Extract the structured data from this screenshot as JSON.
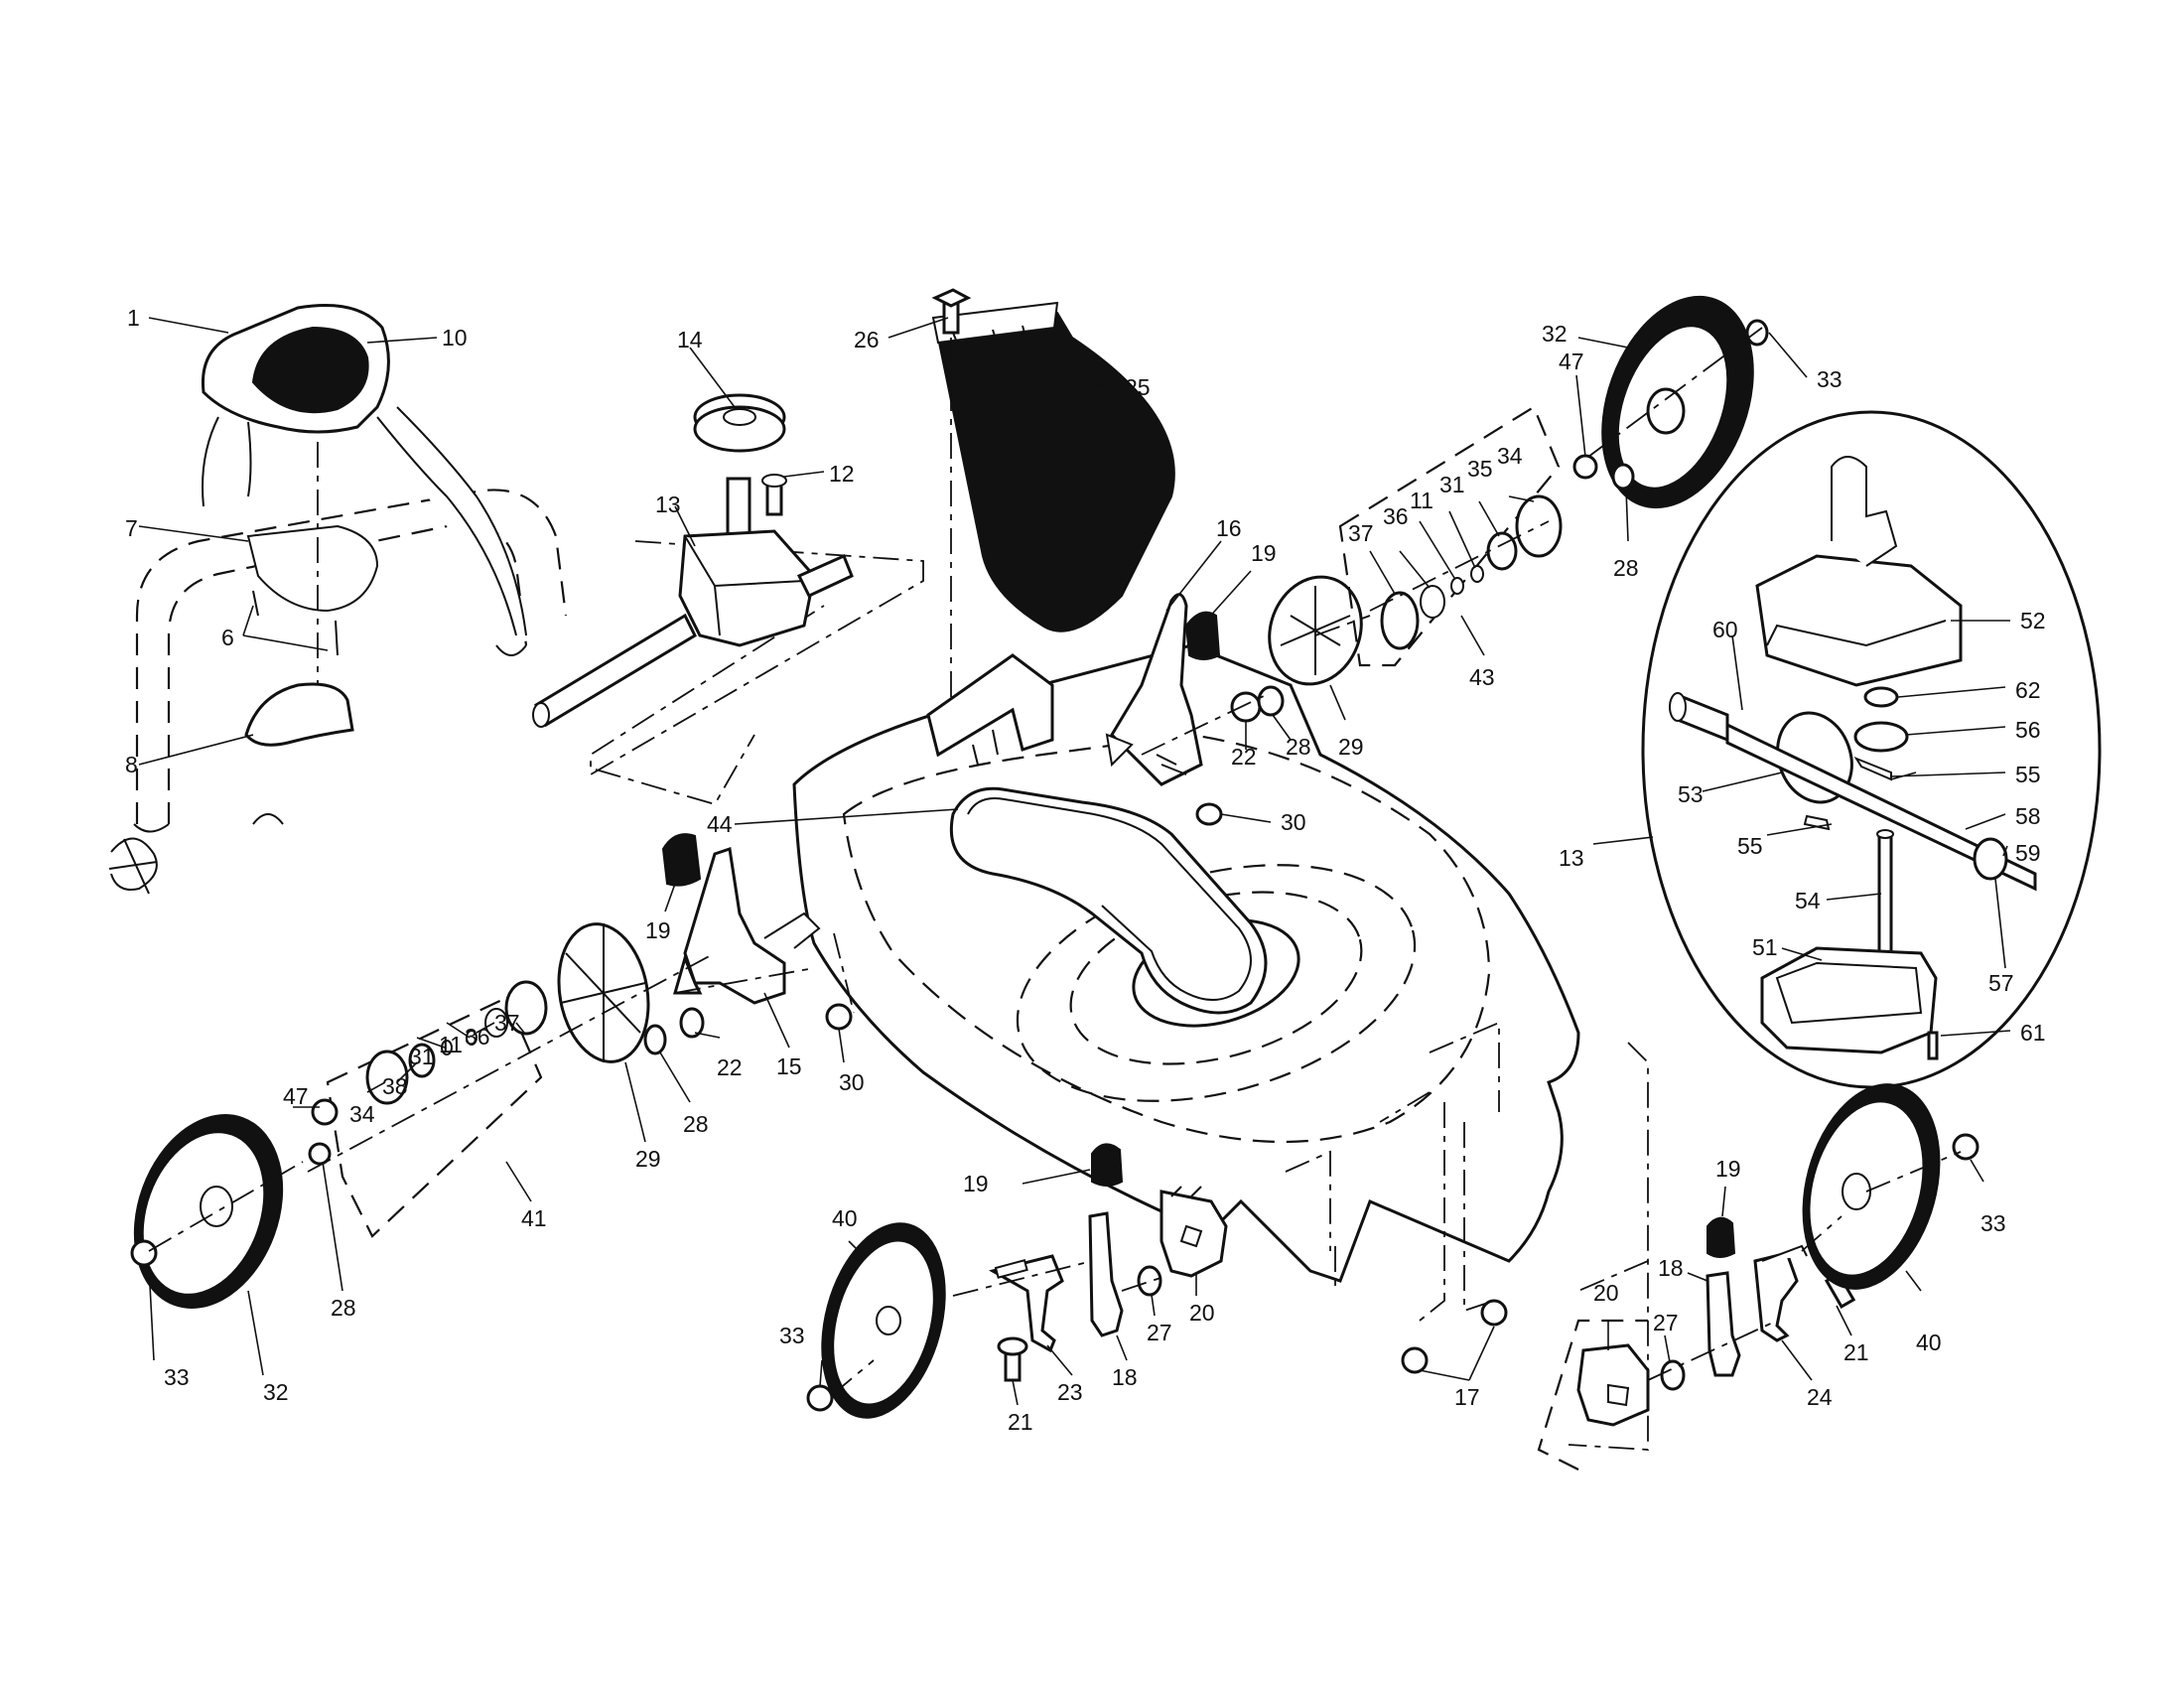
{
  "diagram": {
    "callouts": {
      "c1": "1",
      "c10": "10",
      "c7": "7",
      "c6": "6",
      "c8": "8",
      "c14": "14",
      "c12": "12",
      "c13a": "13",
      "c26": "26",
      "c25": "25",
      "c16": "16",
      "c19a": "19",
      "c22a": "22",
      "c28a": "28",
      "c29a": "29",
      "c30a": "30",
      "c44": "44",
      "c19b": "19",
      "c15": "15",
      "c30b": "30",
      "c37a": "37",
      "c36a": "36",
      "c11a": "11",
      "c31a": "31",
      "c35": "35",
      "c34a": "34",
      "c43": "43",
      "c47a": "47",
      "c32a": "32",
      "c33a": "33",
      "c28b": "28",
      "c52": "52",
      "c60": "60",
      "c62": "62",
      "c56": "56",
      "c55a": "55",
      "c53": "53",
      "c13b": "13",
      "c55b": "55",
      "c58": "58",
      "c59": "59",
      "c54": "54",
      "c57": "57",
      "c51": "51",
      "c61": "61",
      "c47b": "47",
      "c34b": "34",
      "c38": "38",
      "c31b": "31",
      "c11b": "11",
      "c36b": "36",
      "c37b": "37",
      "c29b": "29",
      "c28c": "28",
      "c22b": "22",
      "c41": "41",
      "c33b": "33",
      "c32b": "32",
      "c28d": "28",
      "c19c": "19",
      "c40a": "40",
      "c33c": "33",
      "c21a": "21",
      "c23": "23",
      "c18a": "18",
      "c27a": "27",
      "c20a": "20",
      "c17": "17",
      "c19d": "19",
      "c18b": "18",
      "c20b": "20",
      "c27b": "27",
      "c24": "24",
      "c21b": "21",
      "c40b": "40",
      "c33d": "33"
    }
  }
}
